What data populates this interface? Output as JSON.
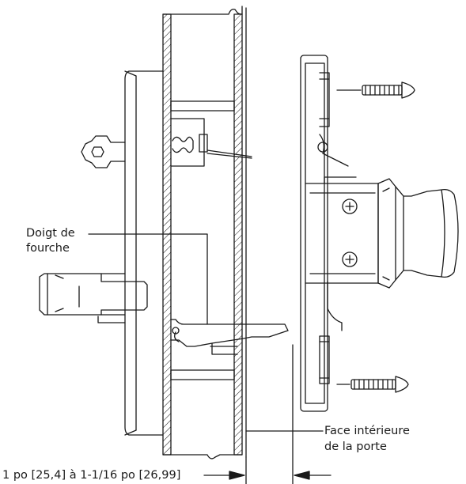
{
  "callouts": {
    "fork_finger_line1": "Doigt de",
    "fork_finger_line2": "fourche",
    "door_face_line1": "Face intérieure",
    "door_face_line2": "de la porte"
  },
  "dimension": {
    "text": "1 po [25,4] à 1-1/16 po [26,99]"
  },
  "colors": {
    "line": "#1a1a1a",
    "background": "#ffffff"
  }
}
